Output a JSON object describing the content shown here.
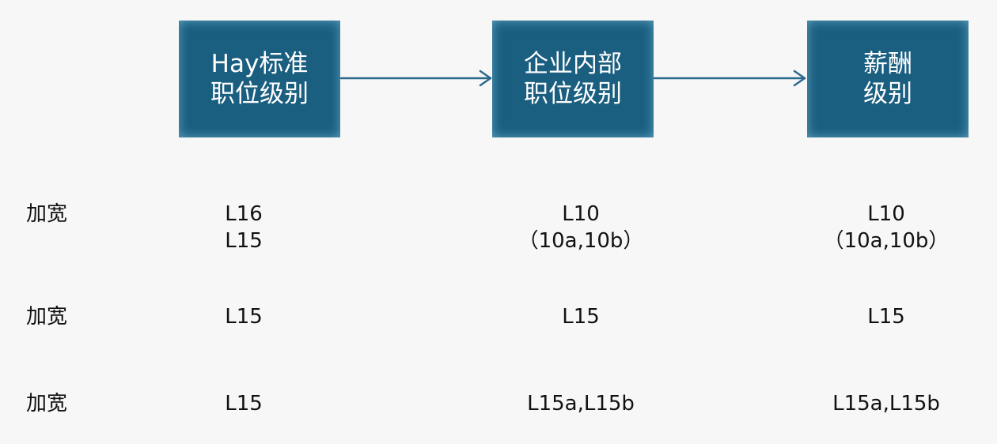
{
  "header_boxes": [
    {
      "line1": "Hay标准",
      "line2": "职位级别"
    },
    {
      "line1": "企业内部",
      "line2": "职位级别"
    },
    {
      "line1": "薪酬",
      "line2": "级别"
    }
  ],
  "rows": [
    {
      "label": "加宽",
      "hay": [
        "L16",
        "L15"
      ],
      "internal": [
        "L10",
        "（10a,10b）"
      ],
      "salary": [
        "L10",
        "（10a,10b）"
      ]
    },
    {
      "label": "加宽",
      "hay": [
        "L15"
      ],
      "internal": [
        "L15"
      ],
      "salary": [
        "L15"
      ]
    },
    {
      "label": "加宽",
      "hay": [
        "L15"
      ],
      "internal": [
        "L15a,L15b"
      ],
      "salary": [
        "L15a,L15b"
      ]
    }
  ],
  "colors": {
    "box_fill": "#1a5e80",
    "box_text": "#ffffff",
    "arrow": "#2b6a8c",
    "background": "#f7f7f7"
  }
}
